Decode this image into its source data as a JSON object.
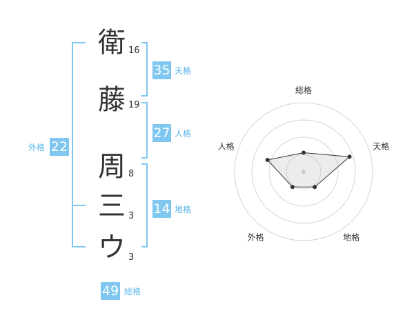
{
  "name": {
    "characters": [
      {
        "char": "衛",
        "strokes": "16"
      },
      {
        "char": "藤",
        "strokes": "19"
      },
      {
        "char": "周",
        "strokes": "8"
      },
      {
        "char": "三",
        "strokes": "3"
      },
      {
        "char": "ウ",
        "strokes": "3"
      }
    ]
  },
  "kakusu": {
    "tenkaku": {
      "label": "天格",
      "value": "35"
    },
    "jinkaku": {
      "label": "人格",
      "value": "27"
    },
    "chikaku": {
      "label": "地格",
      "value": "14"
    },
    "gaikaku": {
      "label": "外格",
      "value": "22"
    },
    "soukaku": {
      "label": "総格",
      "value": "49"
    }
  },
  "colors": {
    "accent": "#7fc7ef",
    "accent_text": "#5ab4e8",
    "text": "#333333"
  },
  "chart_data": {
    "type": "radar",
    "axes": [
      "総格",
      "天格",
      "地格",
      "外格",
      "人格"
    ],
    "values": [
      1.1,
      2.8,
      1.1,
      1.1,
      2.2
    ],
    "rmax": 4,
    "rings": 4
  }
}
